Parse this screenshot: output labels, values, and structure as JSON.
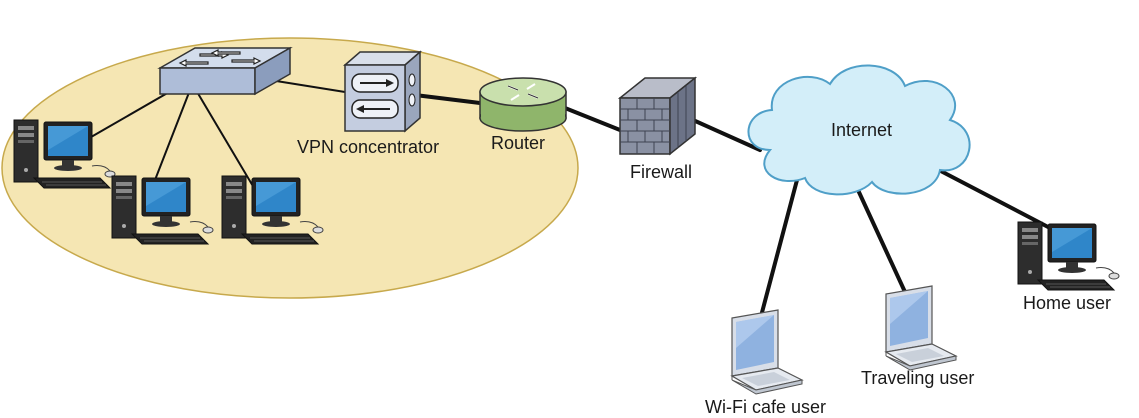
{
  "labels": {
    "vpn": "VPN concentrator",
    "router": "Router",
    "firewall": "Firewall",
    "internet": "Internet",
    "home": "Home user",
    "traveling": "Traveling user",
    "wifi": "Wi-Fi cafe user"
  },
  "colors": {
    "lan_zone": "#f5e6b3",
    "lan_zone_border": "#c7a94c",
    "cloud": "#d3eef9",
    "cloud_border": "#4f9fc8",
    "switch": "#b7c6de",
    "router": "#b9d39e",
    "firewall": "#9aa0b0",
    "link": "#111111"
  },
  "icons": [
    "switch-icon",
    "vpn-concentrator-icon",
    "router-icon",
    "firewall-icon",
    "internet-cloud-icon",
    "desktop-computer-icon",
    "laptop-icon"
  ]
}
